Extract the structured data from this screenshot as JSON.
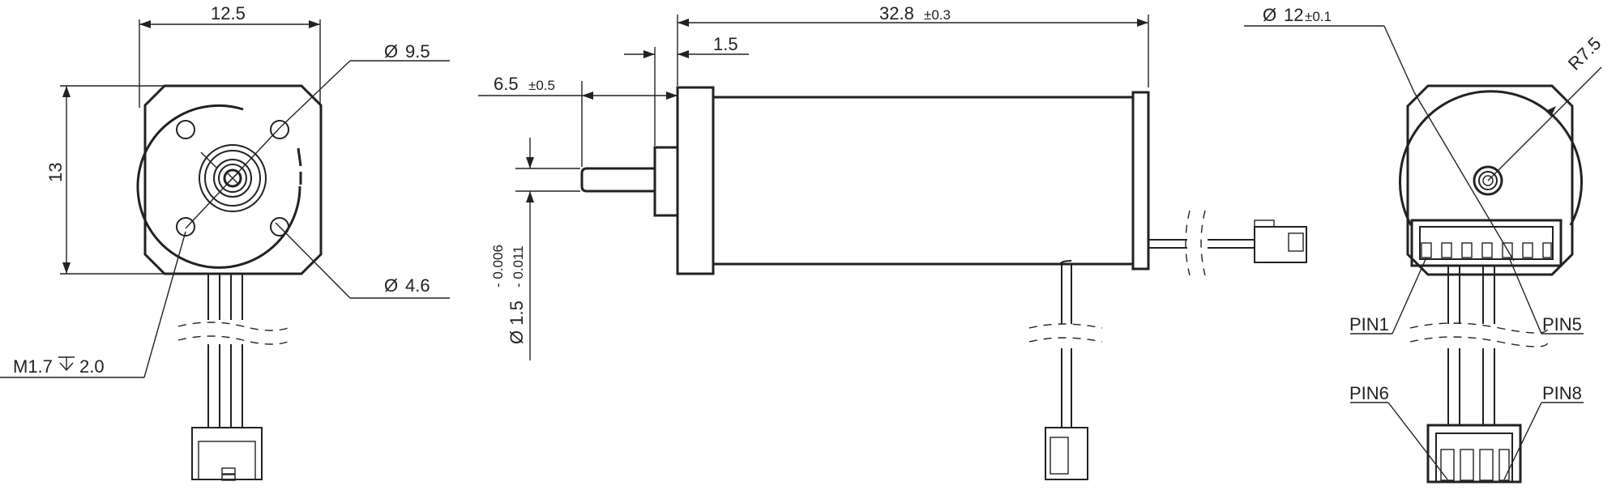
{
  "views": {
    "front": {
      "width_dim": "12.5",
      "height_dim": "13",
      "pilot_dia": "9.5",
      "hole_dia": "4.6",
      "thread_callout": "M1.7",
      "thread_depth": "2.0",
      "dia_symbol": "Ø"
    },
    "side": {
      "length_dim": "32.8",
      "length_tol": "±0.3",
      "flange_dim": "1.5",
      "shaft_len": "6.5",
      "shaft_len_tol": "±0.5",
      "shaft_dia": "Ø 1.5",
      "shaft_tol_upper": "- 0.006",
      "shaft_tol_lower": "- 0.011"
    },
    "rear": {
      "body_dia": "12",
      "body_dia_tol": "±0.1",
      "radius": "R7.5",
      "pins": [
        "PIN1",
        "PIN5",
        "PIN6",
        "PIN8"
      ]
    }
  }
}
